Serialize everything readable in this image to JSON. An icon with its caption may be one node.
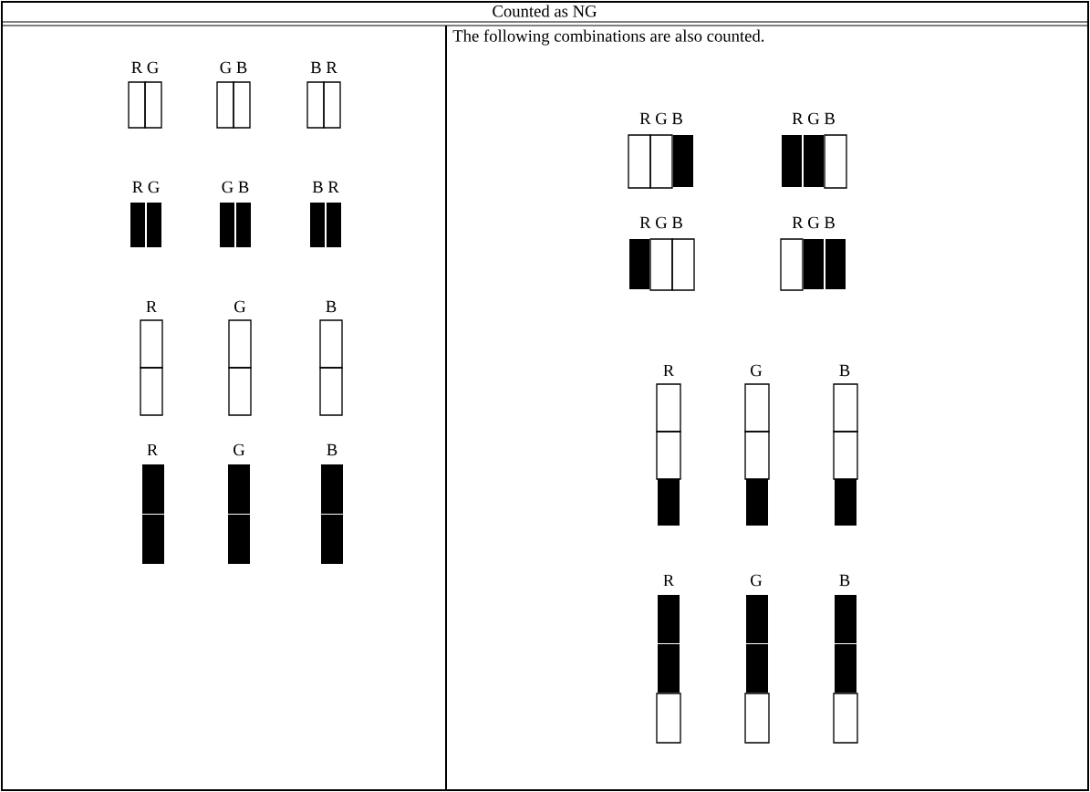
{
  "diagram": {
    "labels": [
      "Counted as NG",
      "The following combinations are also counted.",
      "R G",
      "G B",
      "B R",
      "R G",
      "G B",
      "B R",
      "R",
      "G",
      "B",
      "R",
      "G",
      "B",
      "R G B",
      "R G B",
      "R G B",
      "R G B",
      "R",
      "G",
      "B",
      "R",
      "G",
      "B"
    ]
  }
}
